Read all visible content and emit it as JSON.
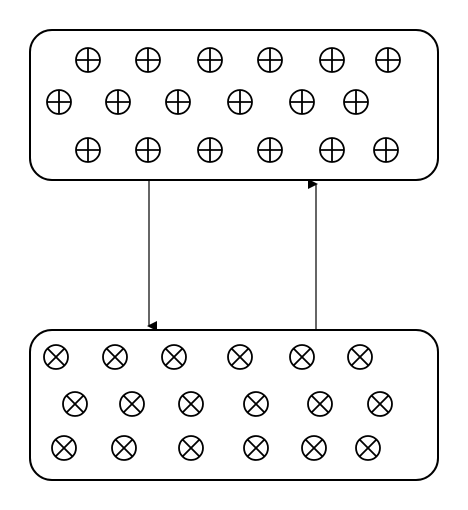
{
  "diagram": {
    "stroke_color": "#000000",
    "background_color": "#ffffff",
    "boxes": [
      {
        "id": "top",
        "symbol": "circle-plus",
        "symbol_count": 18,
        "rows": [
          6,
          6,
          6
        ]
      },
      {
        "id": "bottom",
        "symbol": "circle-cross",
        "symbol_count": 18,
        "rows": [
          6,
          6,
          6
        ]
      }
    ],
    "arrows": [
      {
        "from": "top",
        "to": "bottom",
        "direction": "down"
      },
      {
        "from": "bottom",
        "to": "top",
        "direction": "up"
      }
    ]
  }
}
